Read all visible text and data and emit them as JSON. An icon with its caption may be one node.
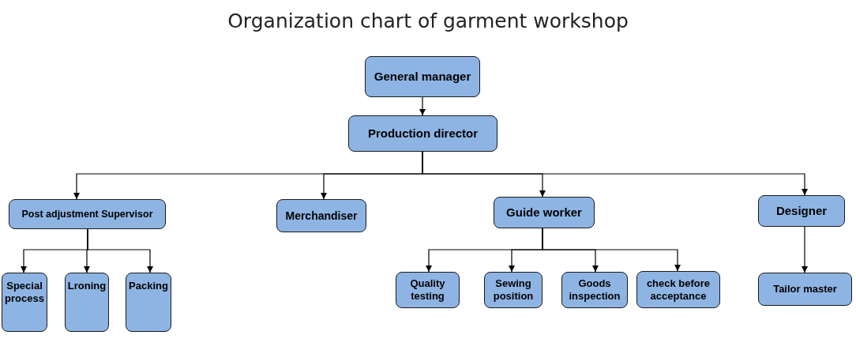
{
  "diagram": {
    "title": "Organization chart of garment workshop",
    "nodes": [
      {
        "text": [
          "General manager"
        ]
      },
      {
        "text": [
          "Production director"
        ]
      },
      {
        "text": [
          "Post adjustment Supervisor"
        ]
      },
      {
        "text": [
          "Merchandiser"
        ]
      },
      {
        "text": [
          "Guide worker"
        ]
      },
      {
        "text": [
          "Designer"
        ]
      },
      {
        "text": [
          "Special process"
        ]
      },
      {
        "text": [
          "Lroning"
        ]
      },
      {
        "text": [
          "Packing"
        ]
      },
      {
        "text": [
          "Quality testing"
        ]
      },
      {
        "text": [
          "Sewing position"
        ]
      },
      {
        "text": [
          "Goods inspection"
        ]
      },
      {
        "text": [
          "check before acceptance"
        ]
      },
      {
        "text": [
          "Tailor master"
        ]
      }
    ],
    "edges": [
      {
        "from": 0,
        "to": 1,
        "arrow": "to"
      },
      {
        "from": 1,
        "to": 2,
        "arrow": "to"
      },
      {
        "from": 1,
        "to": 3,
        "arrow": "to"
      },
      {
        "from": 1,
        "to": 4,
        "arrow": "to"
      },
      {
        "from": 1,
        "to": 5,
        "arrow": "to"
      },
      {
        "from": 2,
        "to": 6,
        "arrow": "to"
      },
      {
        "from": 2,
        "to": 7,
        "arrow": "to"
      },
      {
        "from": 2,
        "to": 8,
        "arrow": "to"
      },
      {
        "from": 4,
        "to": 9,
        "arrow": "to"
      },
      {
        "from": 4,
        "to": 10,
        "arrow": "to"
      },
      {
        "from": 4,
        "to": 11,
        "arrow": "to"
      },
      {
        "from": 4,
        "to": 12,
        "arrow": "to"
      },
      {
        "from": 5,
        "to": 13,
        "arrow": "to"
      }
    ]
  }
}
